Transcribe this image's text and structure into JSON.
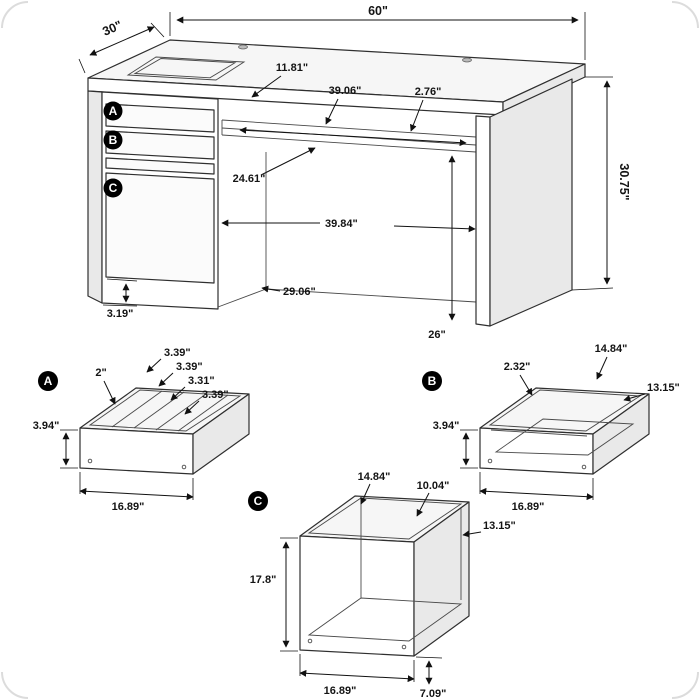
{
  "desk": {
    "markers": {
      "a": "A",
      "b": "B",
      "c": "C"
    },
    "dims": {
      "width": "60\"",
      "depth": "30\"",
      "height": "30.75\"",
      "tray_inset": "11.81\"",
      "tray_width": "39.06\"",
      "tray_thickness": "2.76\"",
      "tray_clearance": "24.61\"",
      "opening_width": "39.84\"",
      "opening_depth": "29.06\"",
      "base_height": "3.19\"",
      "opening_height": "26\""
    }
  },
  "drawer_a": {
    "marker": "A",
    "dims": {
      "slot_depth": "2\"",
      "slot1": "3.39\"",
      "slot2": "3.39\"",
      "slot3": "3.31\"",
      "slot4": "3.39\"",
      "height": "3.94\"",
      "width": "16.89\""
    }
  },
  "drawer_b": {
    "marker": "B",
    "dims": {
      "rail": "2.32\"",
      "depth": "14.84\"",
      "inner_width": "13.15\"",
      "height": "3.94\"",
      "width": "16.89\""
    }
  },
  "drawer_c": {
    "marker": "C",
    "dims": {
      "depth": "14.84\"",
      "inner_depth": "10.04\"",
      "inner_width": "13.15\"",
      "height": "17.8\"",
      "width": "16.89\"",
      "base": "7.09\""
    }
  }
}
